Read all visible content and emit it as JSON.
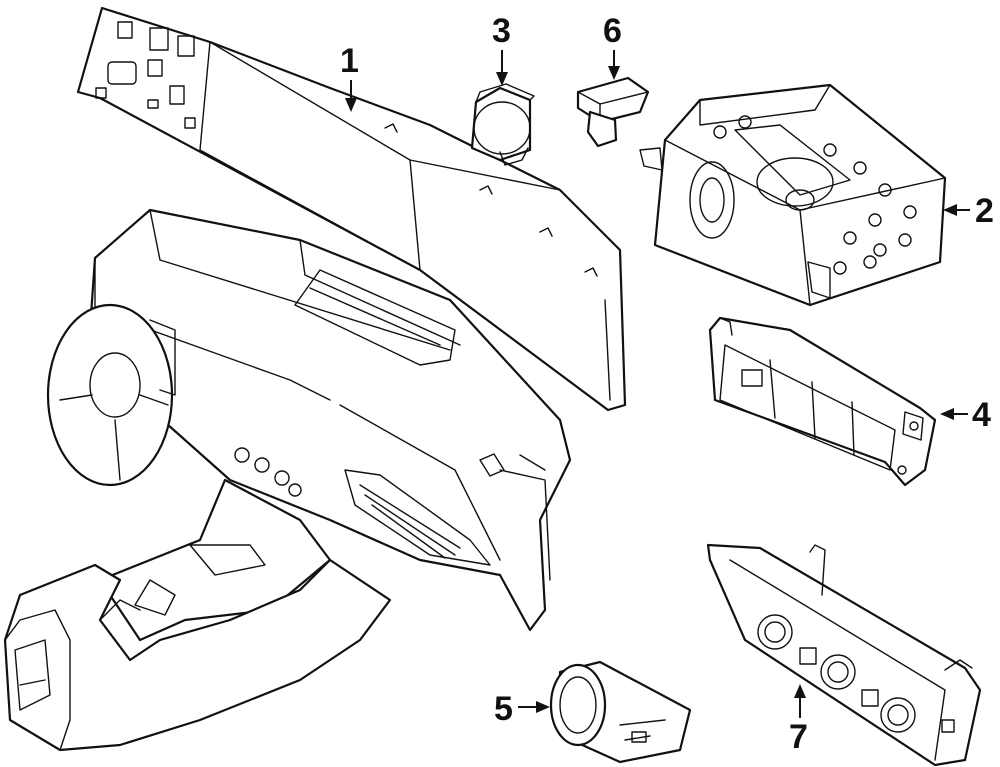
{
  "callouts": [
    {
      "id": "1",
      "label": "1"
    },
    {
      "id": "2",
      "label": "2"
    },
    {
      "id": "3",
      "label": "3"
    },
    {
      "id": "4",
      "label": "4"
    },
    {
      "id": "5",
      "label": "5"
    },
    {
      "id": "6",
      "label": "6"
    },
    {
      "id": "7",
      "label": "7"
    }
  ],
  "colors": {
    "stroke": "#111111",
    "background": "#ffffff"
  }
}
